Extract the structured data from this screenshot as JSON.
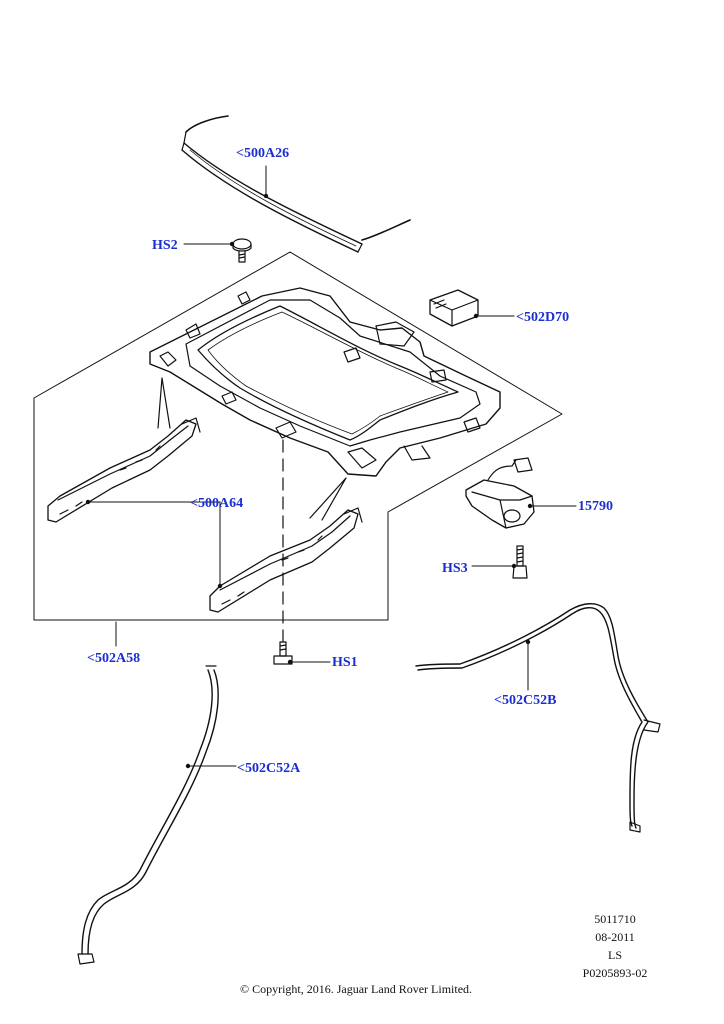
{
  "colors": {
    "callout_text": "#1b2fd0",
    "line_art": "#111111",
    "background": "#ffffff"
  },
  "callouts": {
    "part_500A26": "<500A26",
    "part_HS2": "HS2",
    "part_502D70": "<502D70",
    "part_500A64": "<500A64",
    "part_15790": "15790",
    "part_HS3": "HS3",
    "part_502A58": "<502A58",
    "part_HS1": "HS1",
    "part_502C52B": "<502C52B",
    "part_502C52A": "<502C52A"
  },
  "reference": {
    "number": "5011710",
    "date": "08-2011",
    "code": "LS",
    "illustration_id": "P0205893-02"
  },
  "copyright": "© Copyright, 2016. Jaguar Land Rover Limited."
}
